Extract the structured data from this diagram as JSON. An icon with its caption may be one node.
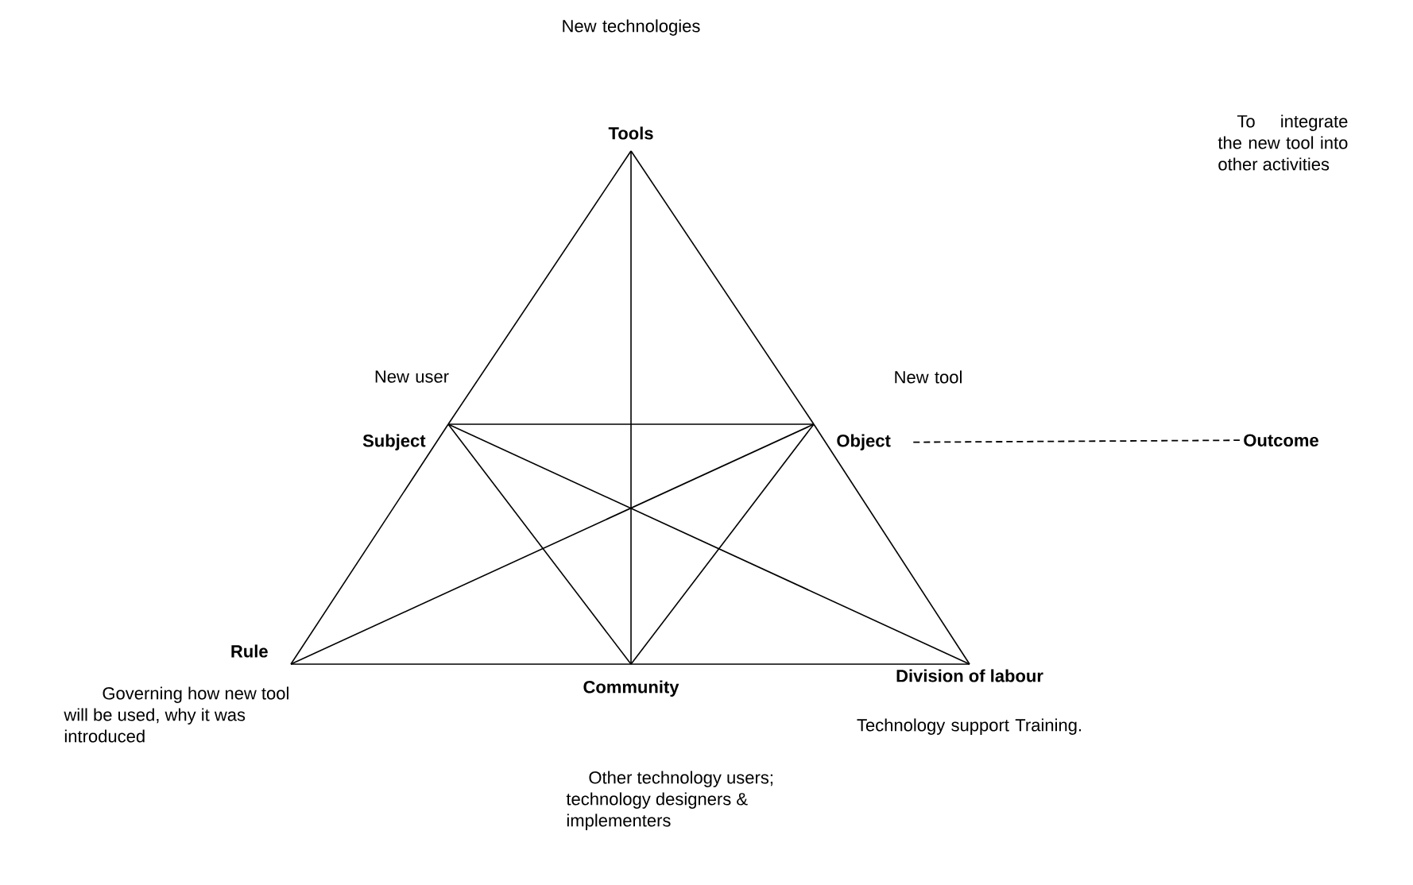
{
  "diagram": {
    "nodes": [
      {
        "text": [
          "Tools"
        ]
      },
      {
        "text": [
          "Subject"
        ],
        "beside": [
          "New user"
        ]
      },
      {
        "text": [
          "Object"
        ]
      },
      {
        "text": [
          "Outcome"
        ]
      },
      {
        "text": [
          "Rule"
        ],
        "beside": [
          "Governing how new tool will be used, why it was introduced"
        ]
      },
      {
        "text": [
          "Community"
        ]
      },
      {
        "text": [
          "Division of labour"
        ],
        "beside": [
          "Technology support Training."
        ]
      }
    ],
    "edges": [
      {
        "from": 0,
        "to": 1,
        "arrow": "none"
      },
      {
        "from": 1,
        "to": 4,
        "arrow": "none"
      },
      {
        "from": 0,
        "to": 2,
        "arrow": "none"
      },
      {
        "from": 2,
        "to": 6,
        "arrow": "none"
      },
      {
        "from": 4,
        "to": 5,
        "arrow": "none"
      },
      {
        "from": 5,
        "to": 6,
        "arrow": "none"
      },
      {
        "from": 0,
        "to": 5,
        "arrow": "none"
      },
      {
        "from": 1,
        "to": 2,
        "arrow": "none"
      },
      {
        "from": 1,
        "to": 6,
        "arrow": "none"
      },
      {
        "from": 2,
        "to": 4,
        "arrow": "none"
      },
      {
        "from": 1,
        "to": 5,
        "arrow": "none"
      },
      {
        "from": 2,
        "to": 5,
        "arrow": "none"
      },
      {
        "from": 2,
        "to": 3,
        "arrow": "none",
        "style": "dashed"
      }
    ],
    "labels": [
      "New technologies",
      "To integrate the new tool into other activities",
      "New tool",
      "Other technology users; technology designers & implementers"
    ]
  }
}
